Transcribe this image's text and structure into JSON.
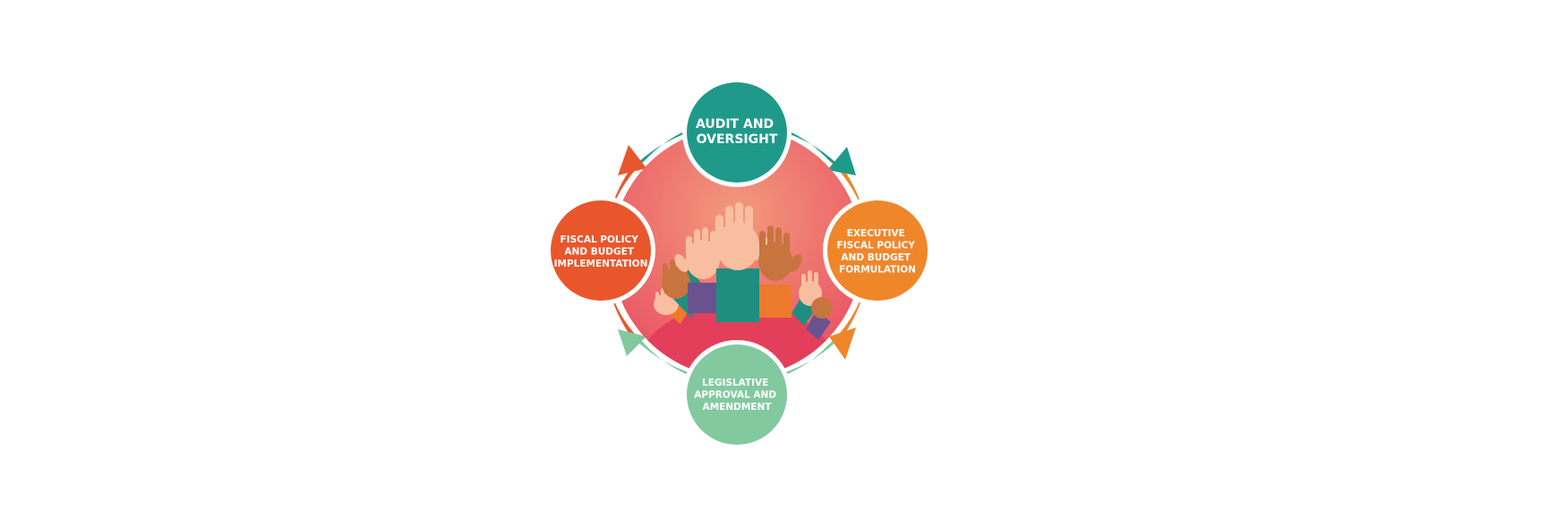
{
  "diagram": {
    "type": "cycle",
    "steps": [
      {
        "id": "audit",
        "lines": [
          "AUDIT AND",
          "OVERSIGHT"
        ],
        "color": "#1f9a8a"
      },
      {
        "id": "executive",
        "lines": [
          "EXECUTIVE",
          "FISCAL POLICY",
          "AND BUDGET",
          "FORMULATION"
        ],
        "color": "#f0862a"
      },
      {
        "id": "legislative",
        "lines": [
          "LEGISLATIVE",
          "APPROVAL AND",
          "AMENDMENT"
        ],
        "color": "#82c9a0"
      },
      {
        "id": "fiscal",
        "lines": [
          "FISCAL POLICY",
          "AND BUDGET",
          "IMPLEMENTATION"
        ],
        "color": "#e9562c"
      }
    ],
    "colors": {
      "center_top": "#f08a72",
      "center_bottom": "#e84a60",
      "hill": "#e33f5b",
      "skin_light": "#f7bfa0",
      "skin_dark": "#c8743e",
      "sleeve_teal": "#1f8e80",
      "sleeve_purple": "#6a5290",
      "sleeve_orange": "#ec7a2a"
    }
  }
}
